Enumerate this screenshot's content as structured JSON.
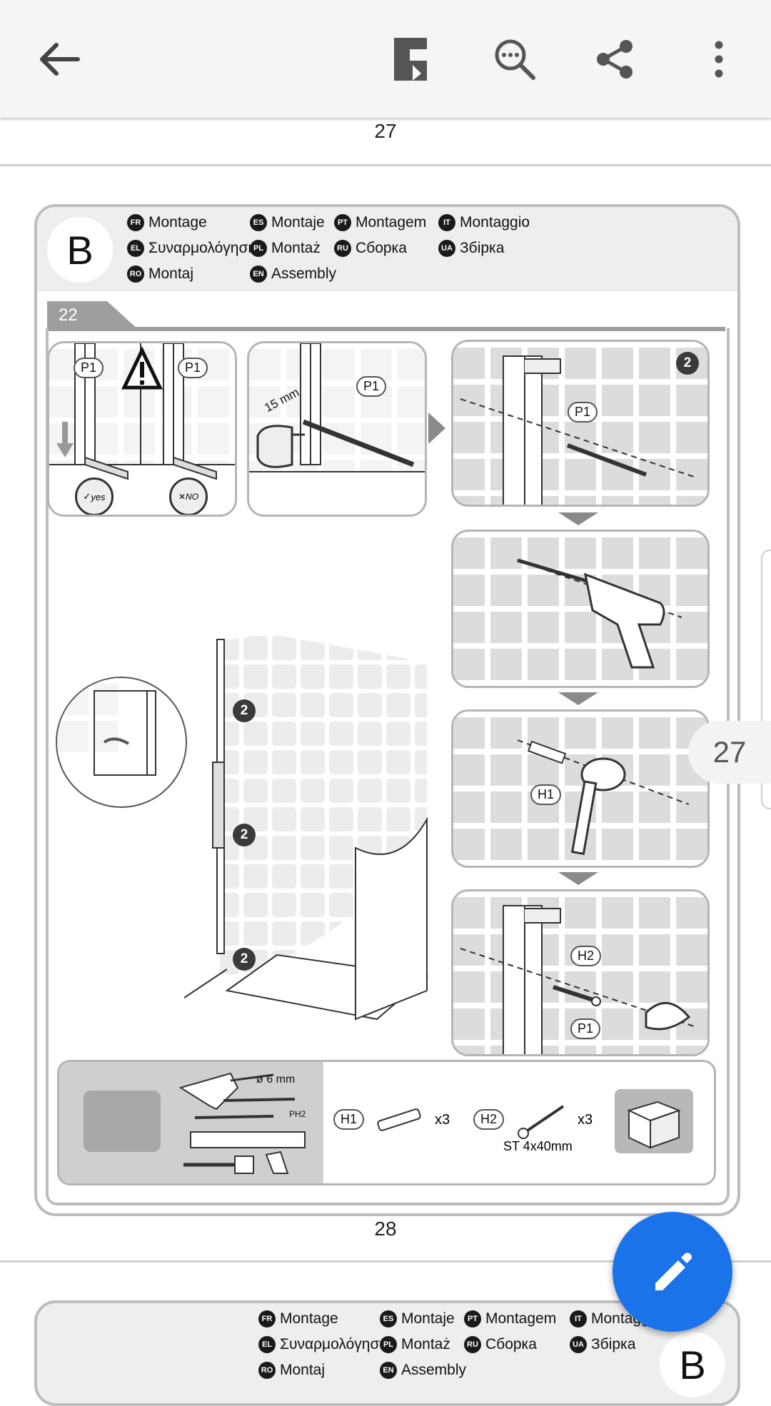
{
  "toolbar": {
    "back_icon": "arrow-left-icon",
    "bookmark_icon": "bookmark-toc-icon",
    "search_icon": "search-in-document-icon",
    "share_icon": "share-icon",
    "more_icon": "more-vertical-icon"
  },
  "pages": {
    "prev_number": "27",
    "current_number": "28",
    "side_indicator": "27"
  },
  "doc": {
    "section_letter": "B",
    "step_number": "22",
    "languages": [
      {
        "code": "FR",
        "label": "Montage"
      },
      {
        "code": "ES",
        "label": "Montaje"
      },
      {
        "code": "PT",
        "label": "Montagem"
      },
      {
        "code": "IT",
        "label": "Montaggio"
      },
      {
        "code": "EL",
        "label": "Συναρμολόγηση"
      },
      {
        "code": "PL",
        "label": "Montaż"
      },
      {
        "code": "RU",
        "label": "Сборка"
      },
      {
        "code": "UA",
        "label": "Збірка"
      },
      {
        "code": "RO",
        "label": "Montaj"
      },
      {
        "code": "EN",
        "label": "Assembly"
      }
    ],
    "panel_labels": {
      "p1": "P1",
      "yes": "yes",
      "no": "NO",
      "distance": "15 mm",
      "h1": "H1",
      "h2": "H2",
      "two": "2"
    },
    "toolbox": {
      "drill_bit": "ø 6 mm",
      "screwdriver": "PH2",
      "h1_label": "H1",
      "h1_qty": "x3",
      "h2_label": "H2",
      "h2_qty": "x3",
      "screw_spec": "ST 4x40mm"
    }
  },
  "next_page": {
    "section_letter": "B",
    "languages": [
      {
        "code": "FR",
        "label": "Montage"
      },
      {
        "code": "ES",
        "label": "Montaje"
      },
      {
        "code": "PT",
        "label": "Montagem"
      },
      {
        "code": "IT",
        "label": "Montaggio"
      },
      {
        "code": "EL",
        "label": "Συναρμολόγηση"
      },
      {
        "code": "PL",
        "label": "Montaż"
      },
      {
        "code": "RU",
        "label": "Сборка"
      },
      {
        "code": "UA",
        "label": "Збірка"
      },
      {
        "code": "RO",
        "label": "Montaj"
      },
      {
        "code": "EN",
        "label": "Assembly"
      }
    ]
  },
  "fab": {
    "icon": "edit-pencil-icon"
  },
  "colors": {
    "fab": "#1a73e8",
    "appbar": "#f5f5f5",
    "page_border": "#bdbdbd"
  }
}
